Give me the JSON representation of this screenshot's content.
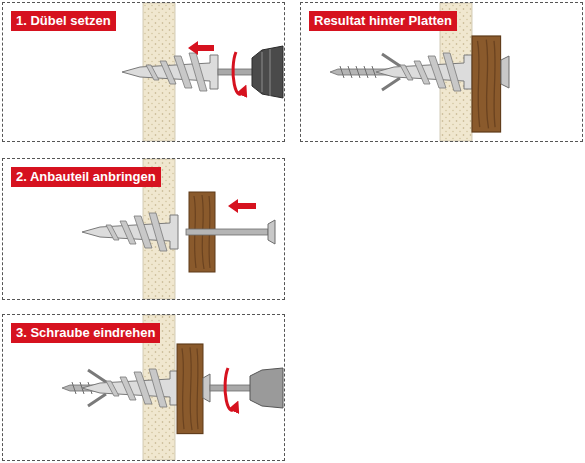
{
  "diagram": {
    "nodes": [
      {
        "text": [
          "1. Dübel setzen"
        ]
      },
      {
        "text": [
          "Resultat hinter Platten"
        ]
      },
      {
        "text": [
          "2. Anbauteil anbringen"
        ]
      },
      {
        "text": [
          "3. Schraube eindrehen"
        ]
      }
    ]
  }
}
